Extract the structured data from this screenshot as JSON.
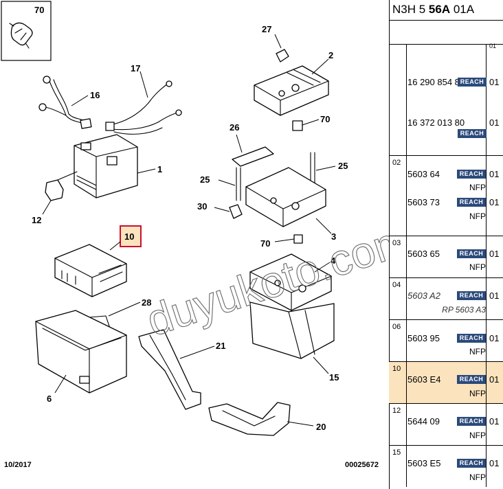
{
  "header": {
    "prefix": "N3H 5 ",
    "bold": "56A",
    "suffix": " 01A"
  },
  "callouts": {
    "c70_inset": "70",
    "c27": "27",
    "c2": "2",
    "c17": "17",
    "c16": "16",
    "c70a": "70",
    "c26": "26",
    "c1": "1",
    "c25a": "25",
    "c25b": "25",
    "c12": "12",
    "c30": "30",
    "c10": "10",
    "c3": "3",
    "c70b": "70",
    "c4": "4",
    "c28": "28",
    "c21": "21",
    "c15": "15",
    "c6": "6",
    "c20": "20"
  },
  "watermark": "duyukoto.com",
  "footer": {
    "date": "10/2017",
    "code": "00025672"
  },
  "table": {
    "top_opt": "01",
    "groups": [
      {
        "pos": "",
        "lines": [
          {
            "ref": "16 290 854 80",
            "badge": "REACH",
            "qty": "01"
          },
          {
            "ref": "16 372 013 80",
            "badge": "REACH",
            "qty": "01"
          }
        ]
      },
      {
        "pos": "02",
        "lines": [
          {
            "ref": "5603 64",
            "badge": "REACH",
            "qty": "01",
            "sub": "NFP"
          },
          {
            "ref": "5603 73",
            "badge": "REACH",
            "qty": "01",
            "sub": "NFP"
          }
        ]
      },
      {
        "pos": "03",
        "lines": [
          {
            "ref": "5603 65",
            "badge": "REACH",
            "qty": "01",
            "sub": "NFP"
          }
        ]
      },
      {
        "pos": "04",
        "lines": [
          {
            "ref": "5603 A2",
            "badge": "REACH",
            "qty": "01",
            "sub": "RP 5603 A3",
            "italic": true
          }
        ]
      },
      {
        "pos": "06",
        "lines": [
          {
            "ref": "5603 95",
            "badge": "REACH",
            "qty": "01",
            "sub": "NFP"
          }
        ]
      },
      {
        "pos": "10",
        "highlight": true,
        "lines": [
          {
            "ref": "5603 E4",
            "badge": "REACH",
            "qty": "01",
            "sub": "NFP"
          }
        ]
      },
      {
        "pos": "12",
        "lines": [
          {
            "ref": "5644 09",
            "badge": "REACH",
            "qty": "01",
            "sub": "NFP"
          }
        ]
      },
      {
        "pos": "15",
        "lines": [
          {
            "ref": "5603 E5",
            "badge": "REACH",
            "qty": "01",
            "sub": "NFP"
          }
        ]
      }
    ]
  }
}
